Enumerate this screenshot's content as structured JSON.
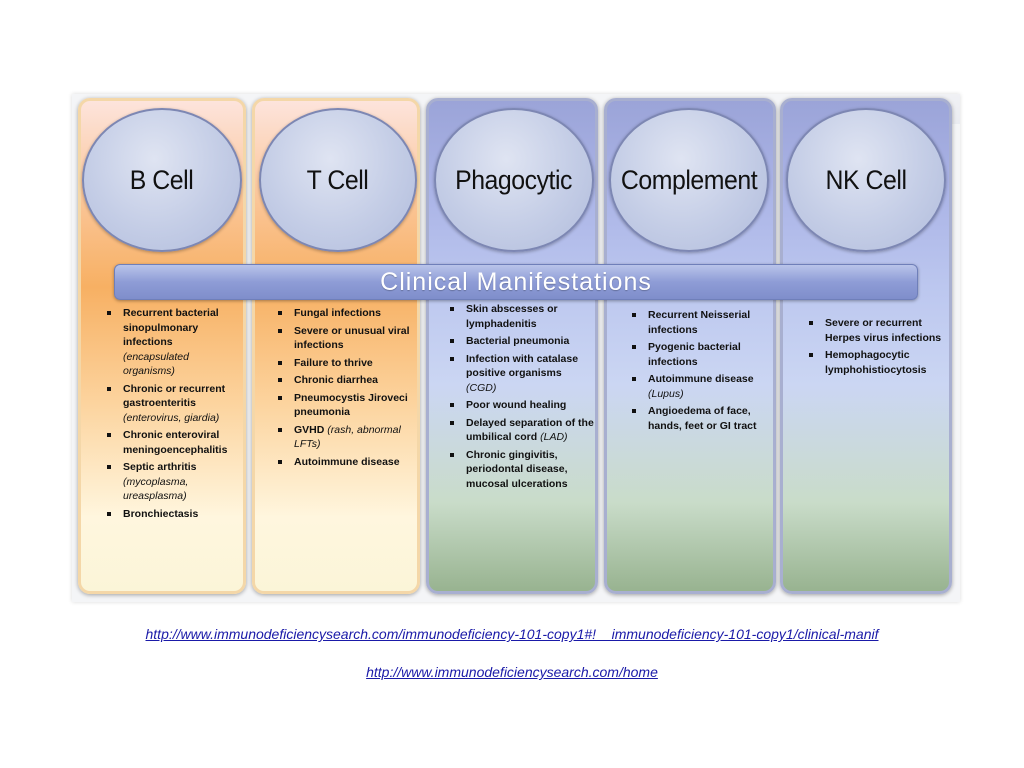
{
  "columns": [
    {
      "title": "B Cell",
      "items": [
        {
          "text": "Recurrent bacterial sinopulmonary infections",
          "note": "(encapsulated organisms)"
        },
        {
          "text": "Chronic or recurrent gastroenteritis",
          "note": "(enterovirus, giardia)"
        },
        {
          "text": "Chronic enteroviral meningoencephalitis",
          "note": ""
        },
        {
          "text": "Septic arthritis",
          "note": "(mycoplasma, ureasplasma)"
        },
        {
          "text": "Bronchiectasis",
          "note": ""
        }
      ]
    },
    {
      "title": "T Cell",
      "items": [
        {
          "text": "Fungal infections",
          "note": ""
        },
        {
          "text": "Severe or unusual viral infections",
          "note": ""
        },
        {
          "text": "Failure to thrive",
          "note": ""
        },
        {
          "text": "Chronic diarrhea",
          "note": ""
        },
        {
          "text": "Pneumocystis Jiroveci pneumonia",
          "note": ""
        },
        {
          "text": "GVHD",
          "note": "(rash, abnormal LFTs)"
        },
        {
          "text": "Autoimmune disease",
          "note": ""
        }
      ]
    },
    {
      "title": "Phagocytic",
      "items": [
        {
          "text": "Skin abscesses or lymphadenitis",
          "note": ""
        },
        {
          "text": "Bacterial pneumonia",
          "note": ""
        },
        {
          "text": "Infection with catalase positive organisms",
          "note": "(CGD)"
        },
        {
          "text": "Poor wound healing",
          "note": ""
        },
        {
          "text": "Delayed separation of the umbilical cord",
          "note": "(LAD)"
        },
        {
          "text": "Chronic gingivitis, periodontal disease, mucosal ulcerations",
          "note": ""
        }
      ]
    },
    {
      "title": "Complement",
      "items": [
        {
          "text": "Recurrent Neisserial infections",
          "note": ""
        },
        {
          "text": "Pyogenic bacterial infections",
          "note": ""
        },
        {
          "text": "Autoimmune disease",
          "note": "(Lupus)"
        },
        {
          "text": "Angioedema of face, hands, feet or GI tract",
          "note": ""
        }
      ]
    },
    {
      "title": "NK Cell",
      "items": [
        {
          "text": "Severe or recurrent Herpes virus infections",
          "note": ""
        },
        {
          "text": "Hemophagocytic lymphohistiocytosis",
          "note": ""
        }
      ]
    }
  ],
  "banner": "Clinical Manifestations",
  "links": [
    "http://www.immunodeficiencysearch.com/immunodeficiency-101-copy1#!__immunodeficiency-101-copy1/clinical-manif",
    "http://www.immunodeficiencysearch.com/home"
  ],
  "colors": {
    "warm_column": "#f7b063",
    "cool_column": "#aab3e6",
    "banner": "#8e9cd6",
    "link": "#1a1aa8"
  }
}
